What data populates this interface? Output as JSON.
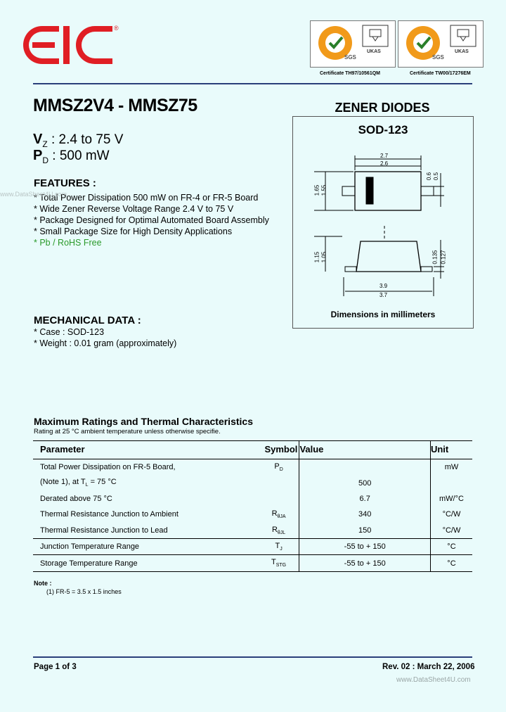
{
  "header": {
    "logo_text": "EIC",
    "cert1": {
      "seal": "SGS",
      "ukas": "UKAS",
      "label": "Certificate TH97/10561QM"
    },
    "cert2": {
      "seal": "SGS",
      "ukas": "UKAS",
      "label": "Certificate TW00/17276EM"
    }
  },
  "product": {
    "title": "MMSZ2V4 - MMSZ75",
    "vz_sym": "V",
    "vz_sub": "Z",
    "vz_val": ": 2.4 to 75 V",
    "pd_sym": "P",
    "pd_sub": "D",
    "pd_val": ": 500 mW"
  },
  "features": {
    "heading": "FEATURES :",
    "items": [
      "* Total Power Dissipation 500 mW on FR-4 or FR-5 Board",
      "* Wide Zener Reverse Voltage Range 2.4 V to 75 V",
      "* Package Designed for Optimal Automated Board Assembly",
      "* Small Package Size for High Density Applications",
      "* Pb / RoHS Free"
    ]
  },
  "mechanical": {
    "heading": "MECHANICAL  DATA :",
    "items": [
      "*  Case : SOD-123",
      "*  Weight : 0.01  gram (approximately)"
    ]
  },
  "diagram": {
    "title": "ZENER DIODES",
    "package": "SOD-123",
    "caption": "Dimensions in millimeters",
    "dims": {
      "w_top1": "2.7",
      "w_top2": "2.6",
      "h1": "1.65",
      "h2": "1.55",
      "lead1": "0.6",
      "lead2": "0.5",
      "body_h1": "1.15",
      "body_h2": "1.05",
      "lead_t1": "0.135",
      "lead_t2": "0.127",
      "w_bot1": "3.9",
      "w_bot2": "3.7"
    }
  },
  "ratings": {
    "heading": "Maximum Ratings and Thermal Characteristics",
    "subheading": "Rating at 25 °C ambient temperature unless otherwise specifie.",
    "columns": [
      "Parameter",
      "Symbol",
      "Value",
      "Unit"
    ],
    "rows": [
      {
        "param": "Total Power Dissipation on FR-5 Board,",
        "sym": "P",
        "sub": "D",
        "value": "",
        "unit": "mW"
      },
      {
        "param": "(Note 1), at T",
        "psub": "L",
        "param2": " = 75 °C",
        "sym": "",
        "sub": "",
        "value": "500",
        "unit": ""
      },
      {
        "param": "Derated above  75 °C",
        "sym": "",
        "sub": "",
        "value": "6.7",
        "unit": "mW/°C"
      },
      {
        "param": "Thermal Resistance Junction to Ambient",
        "sym": "R",
        "sub": "θJA",
        "value": "340",
        "unit": "°C/W"
      },
      {
        "param": "Thermal Resistance Junction to Lead",
        "sym": "R",
        "sub": "θJL",
        "value": "150",
        "unit": "°C/W"
      },
      {
        "param": "Junction Temperature Range",
        "sym": "T",
        "sub": "J",
        "value": "-55 to + 150",
        "unit": "°C"
      },
      {
        "param": "Storage Temperature Range",
        "sym": "T",
        "sub": "STG",
        "value": "-55 to + 150",
        "unit": "°C"
      }
    ],
    "note_heading": "Note :",
    "note_text": "(1) FR-5 = 3.5 x 1.5 inches"
  },
  "footer": {
    "page": "Page 1 of 3",
    "rev": "Rev. 02 : March 22, 2006",
    "watermark1": "www.DataSheet4U.com",
    "watermark2": "www.DataSheet4U.com"
  }
}
